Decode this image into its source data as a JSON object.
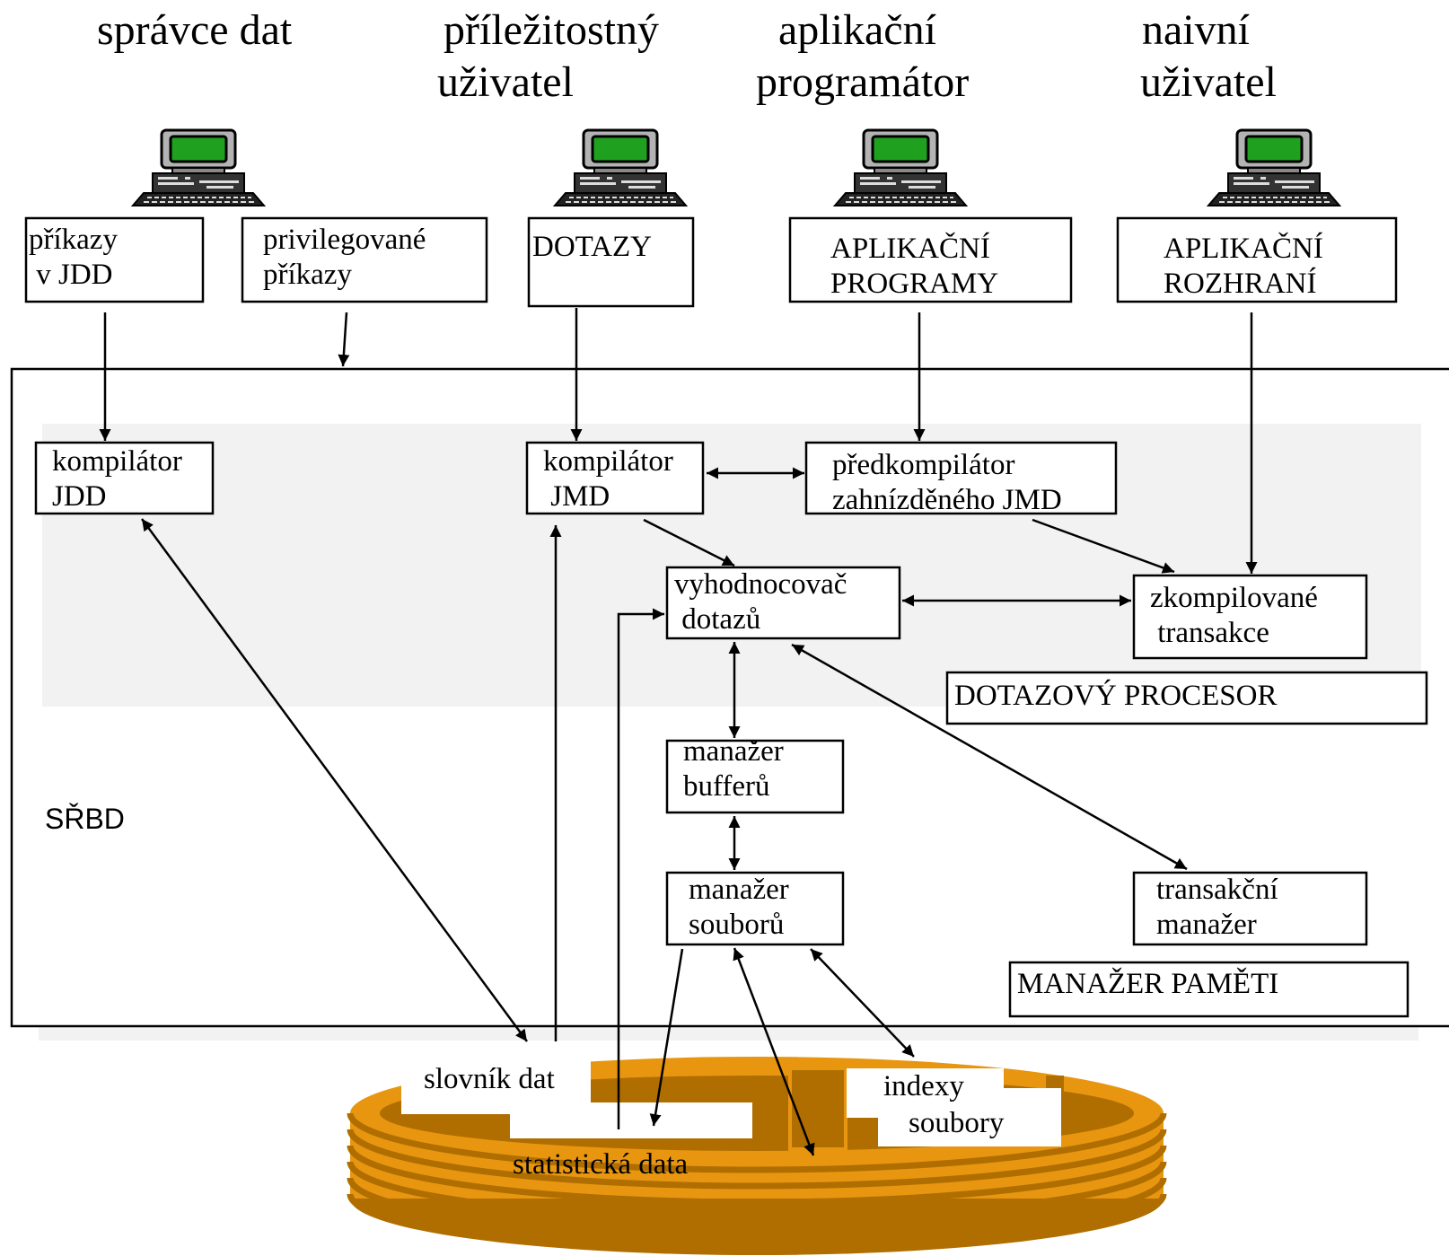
{
  "users": {
    "data_admin": "správce dat",
    "casual_user_1": "příležitostný",
    "casual_user_2": "uživatel",
    "app_programmer_1": "aplikační",
    "app_programmer_2": "programátor",
    "naive_user_1": "naivní",
    "naive_user_2": "uživatel"
  },
  "input_boxes": {
    "ddl_commands_1": "příkazy",
    "ddl_commands_2": "v JDD",
    "privileged_1": "privilegované",
    "privileged_2": "příkazy",
    "queries": "DOTAZY",
    "app_programs_1": "APLIKAČNÍ",
    "app_programs_2": "PROGRAMY",
    "app_interface_1": "APLIKAČNÍ",
    "app_interface_2": "ROZHRANÍ"
  },
  "components": {
    "ddl_compiler_1": "kompilátor",
    "ddl_compiler_2": "JDD",
    "dml_compiler_1": "kompilátor",
    "dml_compiler_2": "JMD",
    "precompiler_1": "předkompilátor",
    "precompiler_2": "zahnízděného JMD",
    "evaluator_1": "vyhodnocovač",
    "evaluator_2": "dotazů",
    "compiled_tx_1": "zkompilované",
    "compiled_tx_2": "transakce",
    "buffer_mgr_1": "manažer",
    "buffer_mgr_2": "bufferů",
    "file_mgr_1": "manažer",
    "file_mgr_2": "souborů",
    "tx_mgr_1": "transakční",
    "tx_mgr_2": "manažer"
  },
  "regions": {
    "query_processor": "DOTAZOVÝ PROCESOR",
    "dbms": "SŘBD",
    "storage_manager": "MANAŽER  PAMĚTI"
  },
  "storage": {
    "data_dictionary": "slovník dat",
    "statistics": "statistická data",
    "indexes": "indexy",
    "files": "soubory"
  },
  "colors": {
    "disk_fill": "#E8960F",
    "disk_dark": "#B06E00",
    "region_fill": "#F2F2F2",
    "screen": "#1FA01F",
    "terminal_body": "#B0B0B0"
  }
}
